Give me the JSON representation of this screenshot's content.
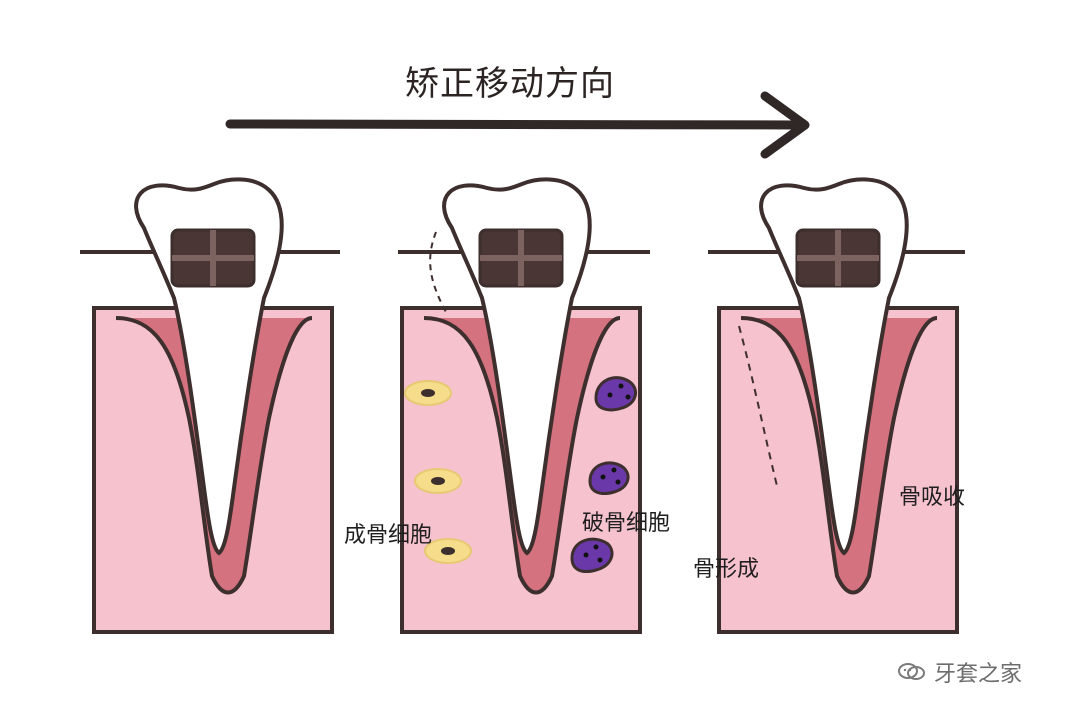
{
  "title": "矫正移动方向",
  "labels": {
    "osteoblast": "成骨细胞",
    "osteoclast": "破骨细胞",
    "bone_formation": "骨形成",
    "bone_resorption": "骨吸收"
  },
  "watermark": {
    "text": "牙套之家",
    "icon": "wechat-icon"
  },
  "colors": {
    "gum": "#f5c2ce",
    "ligament": "#d4727f",
    "outline": "#3d2f2d",
    "bracket": "#4a3634",
    "osteoblast": "#f6dd8b",
    "osteoclast": "#6a38a8"
  }
}
